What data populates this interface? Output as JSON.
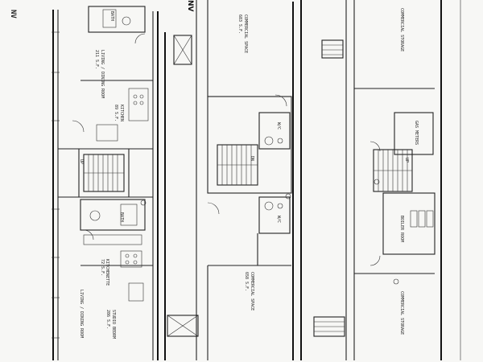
{
  "header": {
    "letters": "NV"
  },
  "rooms": {
    "living_dining_1": "LIVING / DINING ROOM",
    "living_dining_1_area": "211 S.F.",
    "kitchen_1": "KITCHEN",
    "kitchen_1_area": "89 S.F.",
    "bath": "BATH",
    "up": "UP",
    "kitchenette": "KITCHENETTE",
    "kitchenette_area": "72 S.F.",
    "living_dining_2": "LIVING / DINING ROOM",
    "studio": "STUDIO BEDRM",
    "studio_area": "286 S.F.",
    "commercial_space_1": "COMMERCIAL SPACE",
    "commercial_space_1_area": "683 S.F.",
    "commercial_space_2": "COMMERCIAL SPACE",
    "commercial_space_2_area": "658 S.F.",
    "commercial_storage_1": "COMMERCIAL STORAGE",
    "commercial_storage_2": "COMMERCIAL STORAGE",
    "gas_meters": "GAS METERS",
    "boiler_room": "BOILER ROOM",
    "dn": "DN",
    "wc": "W/C"
  }
}
